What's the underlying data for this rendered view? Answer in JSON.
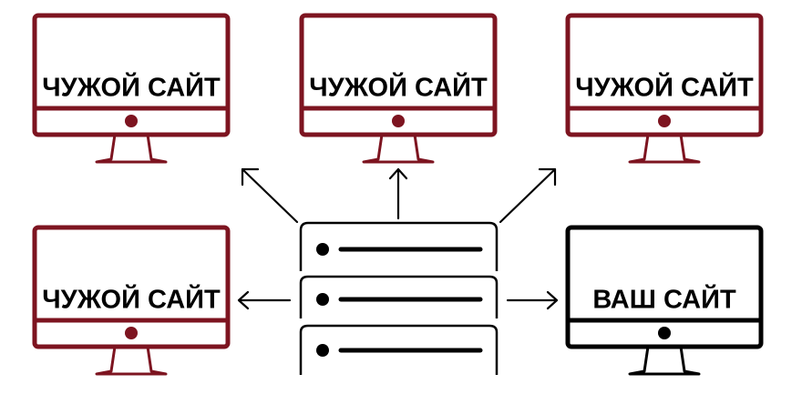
{
  "colors": {
    "foreign": "#7d1420",
    "own": "#000000",
    "server": "#000000",
    "arrow": "#000000"
  },
  "monitors": [
    {
      "label": "ЧУЖОЙ САЙТ",
      "kind": "foreign"
    },
    {
      "label": "ЧУЖОЙ САЙТ",
      "kind": "foreign"
    },
    {
      "label": "ЧУЖОЙ САЙТ",
      "kind": "foreign"
    },
    {
      "label": "ЧУЖОЙ САЙТ",
      "kind": "foreign"
    },
    {
      "label": "ВАШ САЙТ",
      "kind": "own"
    }
  ],
  "server": {
    "units": 3
  },
  "icons": {
    "monitor": "monitor-icon",
    "server": "server-rack-icon",
    "arrow": "arrow-icon"
  }
}
